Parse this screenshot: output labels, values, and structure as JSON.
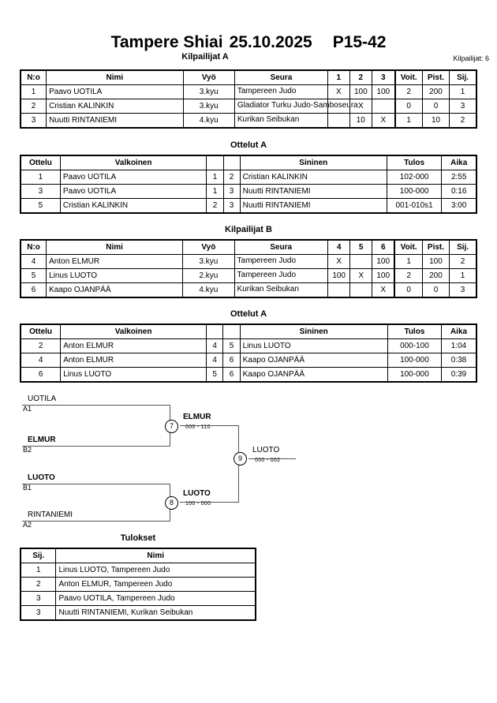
{
  "header": {
    "event": "Tampere Shiai",
    "date": "25.10.2025",
    "category": "P15-42",
    "subtitle": "Kilpailijat A",
    "entrants_label": "Kilpailijat: 6"
  },
  "pool_a": {
    "headers": {
      "no": "N:o",
      "name": "Nimi",
      "belt": "Vyö",
      "club": "Seura",
      "g1": "1",
      "g2": "2",
      "g3": "3",
      "wins": "Voit.",
      "points": "Pist.",
      "rank": "Sij."
    },
    "rows": [
      {
        "no": "1",
        "name": "Paavo UOTILA",
        "belt": "3.kyu",
        "club": "Tampereen Judo",
        "g": [
          "X",
          "100",
          "100"
        ],
        "wins": "2",
        "points": "200",
        "rank": "1"
      },
      {
        "no": "2",
        "name": "Cristian KALINKIN",
        "belt": "3.kyu",
        "club": "Gladiator Turku Judo-Samboseura",
        "g": [
          "",
          "X",
          ""
        ],
        "wins": "0",
        "points": "0",
        "rank": "3"
      },
      {
        "no": "3",
        "name": "Nuutti RINTANIEMI",
        "belt": "4.kyu",
        "club": "Kurikan Seibukan",
        "g": [
          "",
          "10",
          "X"
        ],
        "wins": "1",
        "points": "10",
        "rank": "2"
      }
    ]
  },
  "matches_a1": {
    "title": "Ottelut A",
    "headers": {
      "match": "Ottelu",
      "white": "Valkoinen",
      "blue": "Sininen",
      "result": "Tulos",
      "time": "Aika"
    },
    "rows": [
      {
        "match": "1",
        "white": "Paavo UOTILA",
        "white_win": true,
        "wn": "1",
        "bn": "2",
        "blue": "Cristian KALINKIN",
        "blue_win": false,
        "result": "102-000",
        "time": "2:55"
      },
      {
        "match": "3",
        "white": "Paavo UOTILA",
        "white_win": true,
        "wn": "1",
        "bn": "3",
        "blue": "Nuutti RINTANIEMI",
        "blue_win": false,
        "result": "100-000",
        "time": "0:16"
      },
      {
        "match": "5",
        "white": "Cristian KALINKIN",
        "white_win": false,
        "wn": "2",
        "bn": "3",
        "blue": "Nuutti RINTANIEMI",
        "blue_win": true,
        "result": "001-010s1",
        "time": "3:00"
      }
    ]
  },
  "pool_b": {
    "title": "Kilpailijat B",
    "headers": {
      "no": "N:o",
      "name": "Nimi",
      "belt": "Vyö",
      "club": "Seura",
      "g1": "4",
      "g2": "5",
      "g3": "6",
      "wins": "Voit.",
      "points": "Pist.",
      "rank": "Sij."
    },
    "rows": [
      {
        "no": "4",
        "name": "Anton ELMUR",
        "belt": "3.kyu",
        "club": "Tampereen Judo",
        "g": [
          "X",
          "",
          "100"
        ],
        "wins": "1",
        "points": "100",
        "rank": "2"
      },
      {
        "no": "5",
        "name": "Linus LUOTO",
        "belt": "2.kyu",
        "club": "Tampereen Judo",
        "g": [
          "100",
          "X",
          "100"
        ],
        "wins": "2",
        "points": "200",
        "rank": "1"
      },
      {
        "no": "6",
        "name": "Kaapo OJANPÄÄ",
        "belt": "4.kyu",
        "club": "Kurikan Seibukan",
        "g": [
          "",
          "",
          "X"
        ],
        "wins": "0",
        "points": "0",
        "rank": "3"
      }
    ]
  },
  "matches_a2": {
    "title": "Ottelut A",
    "headers": {
      "match": "Ottelu",
      "white": "Valkoinen",
      "blue": "Sininen",
      "result": "Tulos",
      "time": "Aika"
    },
    "rows": [
      {
        "match": "2",
        "white": "Anton ELMUR",
        "white_win": false,
        "wn": "4",
        "bn": "5",
        "blue": "Linus LUOTO",
        "blue_win": true,
        "result": "000-100",
        "time": "1:04"
      },
      {
        "match": "4",
        "white": "Anton ELMUR",
        "white_win": true,
        "wn": "4",
        "bn": "6",
        "blue": "Kaapo OJANPÄÄ",
        "blue_win": false,
        "result": "100-000",
        "time": "0:38"
      },
      {
        "match": "6",
        "white": "Linus LUOTO",
        "white_win": true,
        "wn": "5",
        "bn": "6",
        "blue": "Kaapo OJANPÄÄ",
        "blue_win": false,
        "result": "100-000",
        "time": "0:39"
      }
    ]
  },
  "bracket": {
    "entries": [
      {
        "name": "UOTILA",
        "seed": "A1",
        "winner": false
      },
      {
        "name": "ELMUR",
        "seed": "B2",
        "winner": true
      },
      {
        "name": "LUOTO",
        "seed": "B1",
        "winner": true
      },
      {
        "name": "RINTANIEMI",
        "seed": "A2",
        "winner": false
      }
    ],
    "nodes": [
      {
        "id": "7",
        "winner": "ELMUR",
        "score": "000 - 110"
      },
      {
        "id": "8",
        "winner": "LUOTO",
        "score": "100 - 000"
      },
      {
        "id": "9",
        "winner": "LUOTO",
        "score": "000 - 002"
      }
    ]
  },
  "results": {
    "title": "Tulokset",
    "headers": {
      "rank": "Sij.",
      "name": "Nimi"
    },
    "rows": [
      {
        "rank": "1",
        "name": "Linus LUOTO, Tampereen Judo"
      },
      {
        "rank": "2",
        "name": "Anton ELMUR, Tampereen Judo"
      },
      {
        "rank": "3",
        "name": "Paavo UOTILA, Tampereen Judo"
      },
      {
        "rank": "3",
        "name": "Nuutti RINTANIEMI, Kurikan Seibukan"
      }
    ]
  }
}
